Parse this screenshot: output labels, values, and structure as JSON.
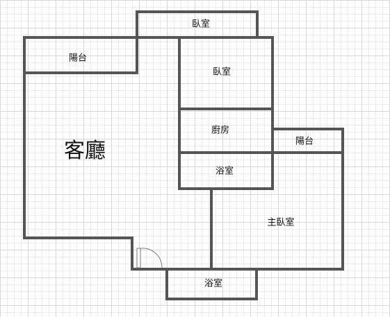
{
  "rooms": {
    "living_room": "客廳",
    "bedroom_top": "臥室",
    "bedroom": "臥室",
    "balcony_left": "陽台",
    "kitchen": "廚房",
    "bathroom_mid": "浴室",
    "balcony_right": "陽台",
    "master_bedroom": "主臥室",
    "bathroom_bottom": "浴室"
  },
  "colors": {
    "wall": "#555555",
    "grid_major": "#d6d6d6",
    "grid_minor": "#ececec",
    "text": "#111111"
  }
}
